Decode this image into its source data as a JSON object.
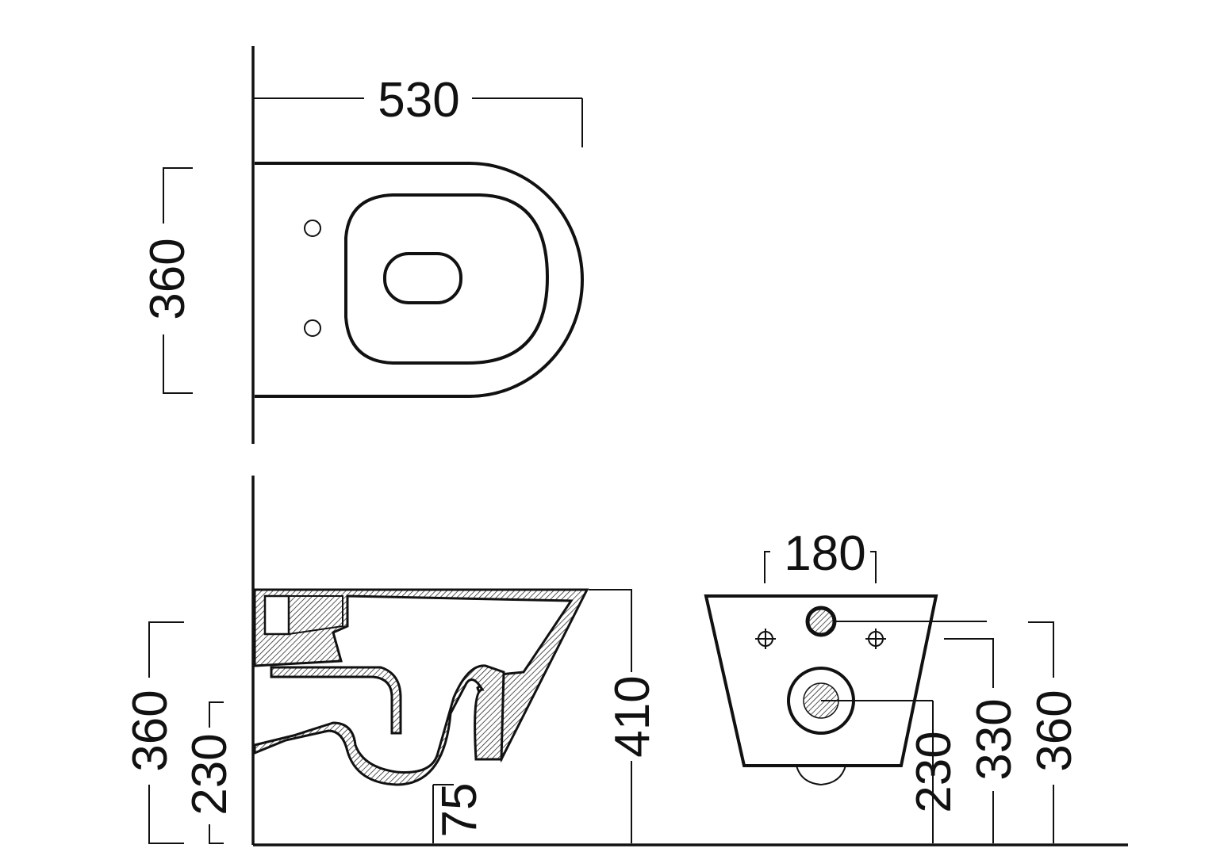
{
  "drawing": {
    "top_view": {
      "width_label": "530",
      "depth_label": "360"
    },
    "side_view": {
      "total_height_label": "360",
      "mount_height_label": "230",
      "outlet_label": "75",
      "bowl_height_label": "410"
    },
    "rear_view": {
      "bolt_spacing_label": "180",
      "outlet_height_label": "230",
      "inlet_height_label": "330",
      "total_height_label": "360"
    }
  },
  "colors": {
    "line": "#111111",
    "background": "#ffffff"
  }
}
